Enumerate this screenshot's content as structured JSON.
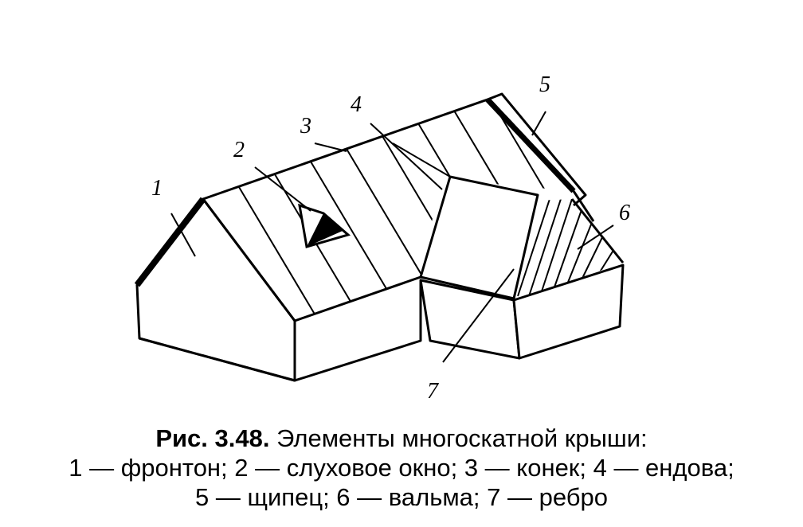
{
  "callouts": {
    "c1": "1",
    "c2": "2",
    "c3": "3",
    "c4": "4",
    "c5": "5",
    "c6": "6",
    "c7": "7"
  },
  "caption": {
    "figure_number": "Рис. 3.48.",
    "title": "Элементы многоскатной крыши:",
    "line2": "1 — фронтон; 2 — слуховое окно; 3 — конек; 4 — ендова;",
    "line3": "5 — щипец; 6 — вальма; 7 — ребро"
  }
}
